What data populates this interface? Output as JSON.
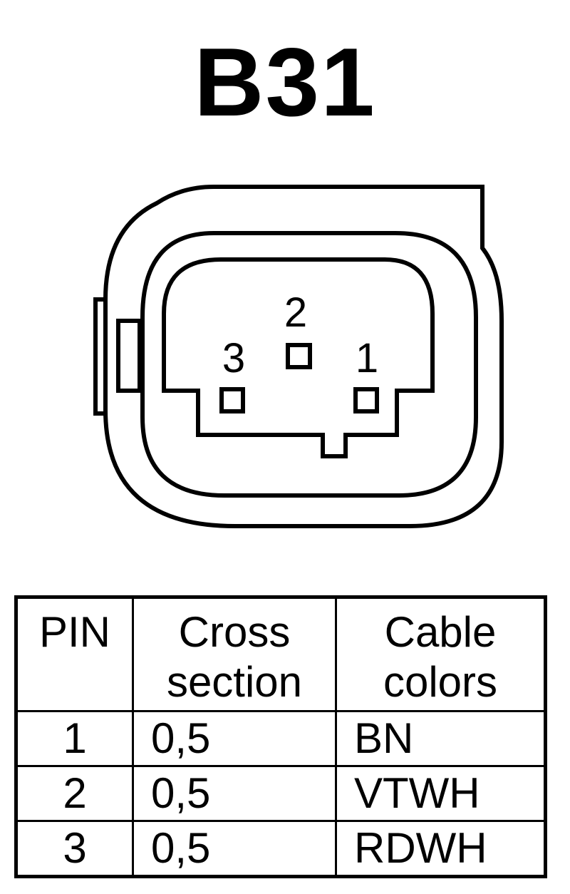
{
  "title": "B31",
  "connector": {
    "pin_labels": [
      "2",
      "3",
      "1"
    ]
  },
  "table": {
    "header": {
      "pin": "PIN",
      "cross_line1": "Cross",
      "cross_line2": "section",
      "colors_line1": "Cable",
      "colors_line2": "colors"
    },
    "rows": [
      {
        "pin": "1",
        "cross_section": "0,5",
        "color": "BN"
      },
      {
        "pin": "2",
        "cross_section": "0,5",
        "color": "VTWH"
      },
      {
        "pin": "3",
        "cross_section": "0,5",
        "color": "RDWH"
      }
    ]
  }
}
